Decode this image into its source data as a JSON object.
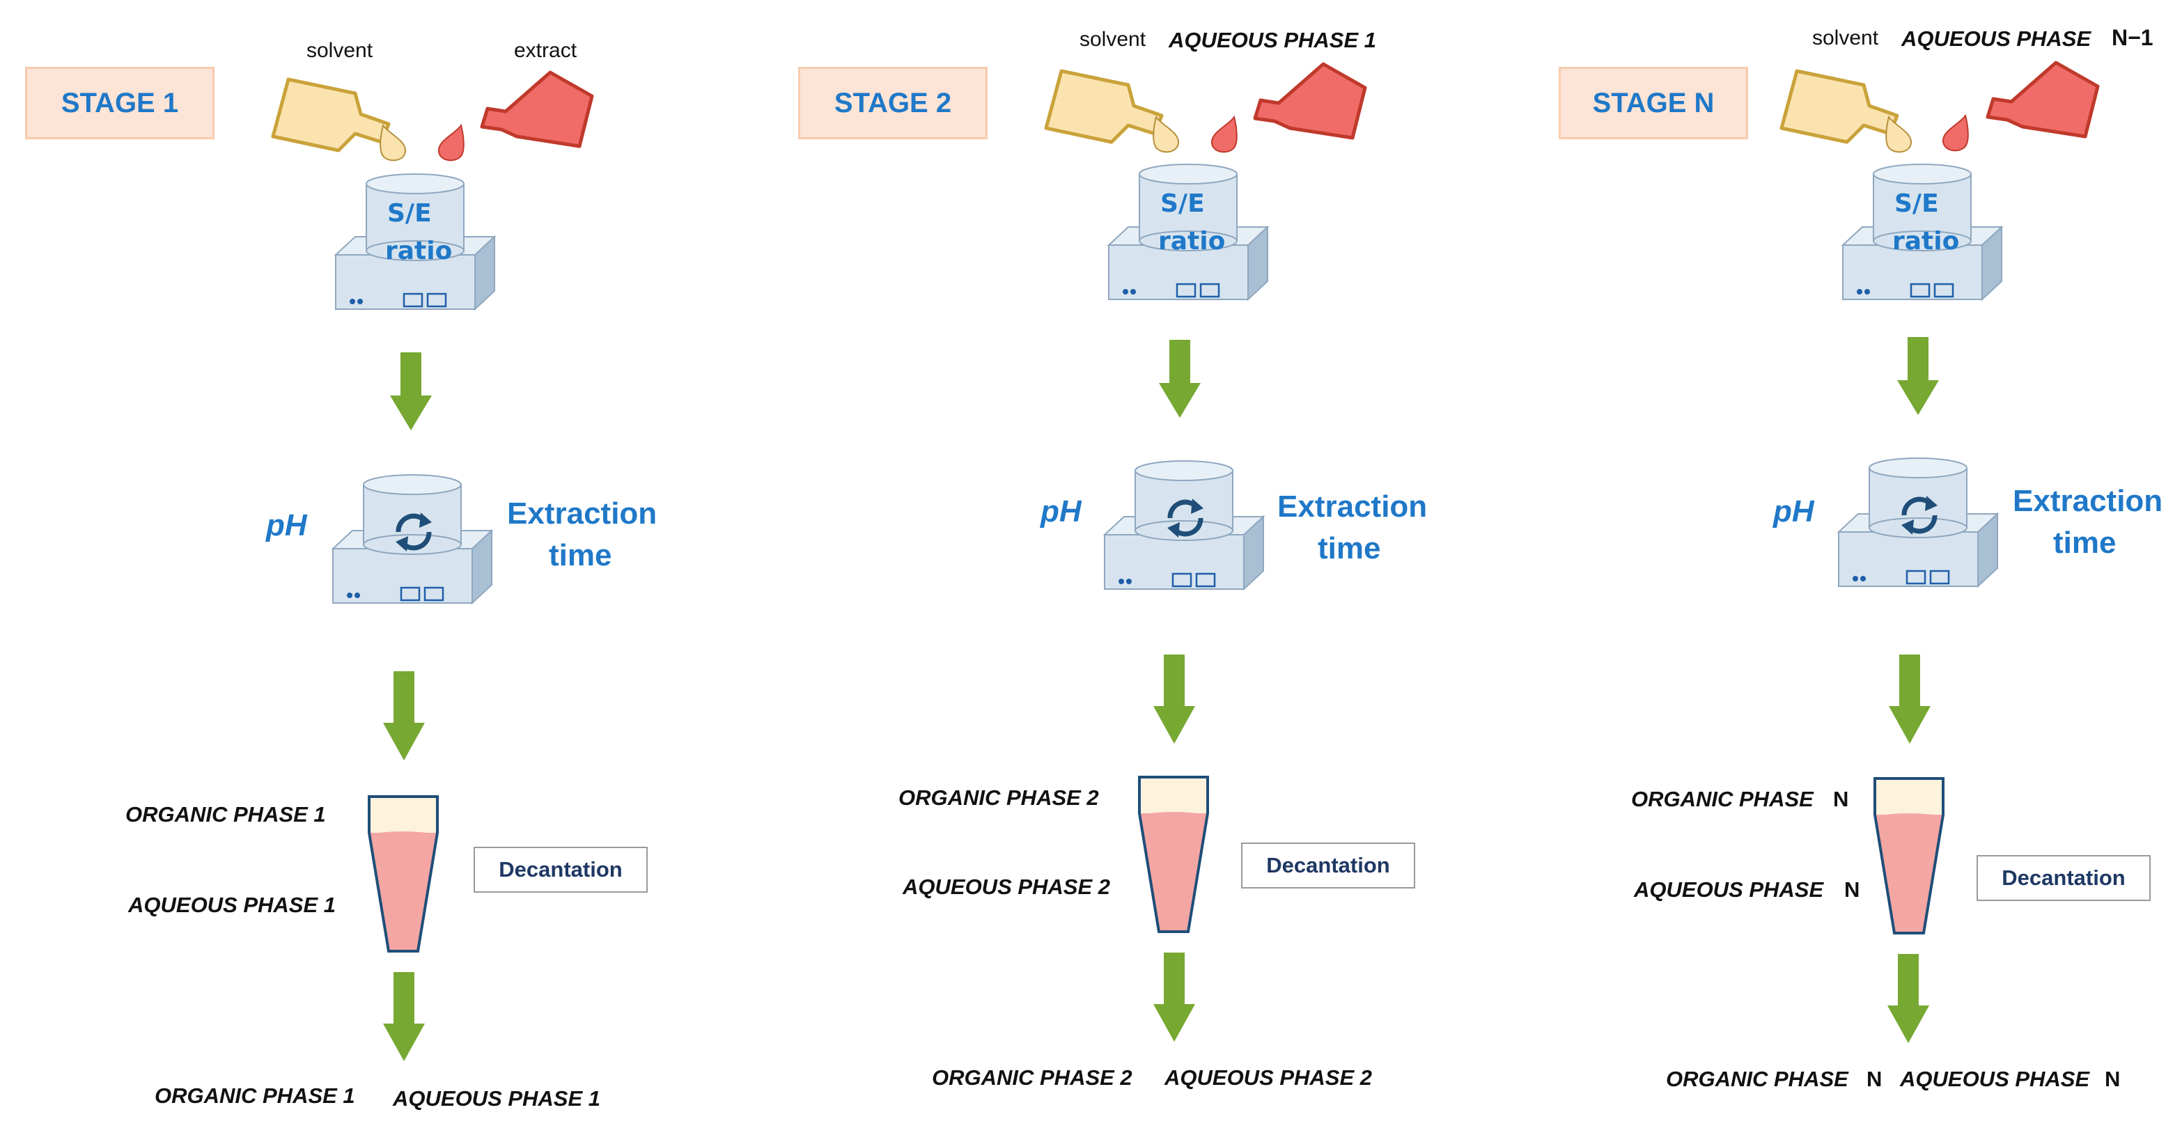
{
  "stages": [
    {
      "label": "STAGE 1",
      "input_left": "solvent",
      "input_right": "extract",
      "input_right_suffix": "",
      "mixer_line1": "S/E",
      "mixer_line2": "ratio",
      "param_left": "pH",
      "param_right_line1": "Extraction",
      "param_right_line2": "time",
      "organic_label": "ORGANIC PHASE 1",
      "aqueous_label": "AQUEOUS PHASE 1",
      "decantation": "Decantation",
      "output_organic": "ORGANIC PHASE 1",
      "output_aqueous": "AQUEOUS PHASE 1"
    },
    {
      "label": "STAGE 2",
      "input_left": "solvent",
      "input_right": "AQUEOUS PHASE 1",
      "input_right_suffix": "",
      "mixer_line1": "S/E",
      "mixer_line2": "ratio",
      "param_left": "pH",
      "param_right_line1": "Extraction",
      "param_right_line2": "time",
      "organic_label": "ORGANIC PHASE 2",
      "aqueous_label": "AQUEOUS PHASE 2",
      "decantation": "Decantation",
      "output_organic": "ORGANIC PHASE 2",
      "output_aqueous": "AQUEOUS PHASE 2"
    },
    {
      "label": "STAGE N",
      "input_left": "solvent",
      "input_right": "AQUEOUS PHASE",
      "input_right_suffix": "N−1",
      "mixer_line1": "S/E",
      "mixer_line2": "ratio",
      "param_left": "pH",
      "param_right_line1": "Extraction",
      "param_right_line2": "time",
      "organic_label": "ORGANIC PHASE",
      "organic_suffix": "N",
      "aqueous_label": "AQUEOUS PHASE",
      "aqueous_suffix": "N",
      "decantation": "Decantation",
      "output_organic": "ORGANIC PHASE",
      "output_organic_suffix": "N",
      "output_aqueous": "AQUEOUS PHASE",
      "output_aqueous_suffix": "N"
    }
  ],
  "colors": {
    "stage_label_text": "#1f78c8",
    "stage_label_bg": "#fce4d6",
    "solvent_bottle": "#fbe3b0",
    "extract_bottle": "#ef6c68",
    "arrow": "#77a832",
    "device": "#d7e4ef",
    "tube_organic": "#fdf2dc",
    "tube_aqueous": "#f4a6a3",
    "decantation_text": "#1f3864"
  },
  "icons": [
    "solvent-bottle-icon",
    "extract-bottle-icon",
    "droplet-icon",
    "stirrer-icon",
    "rotate-icon",
    "arrow-down-icon",
    "centrifuge-tube-icon"
  ]
}
